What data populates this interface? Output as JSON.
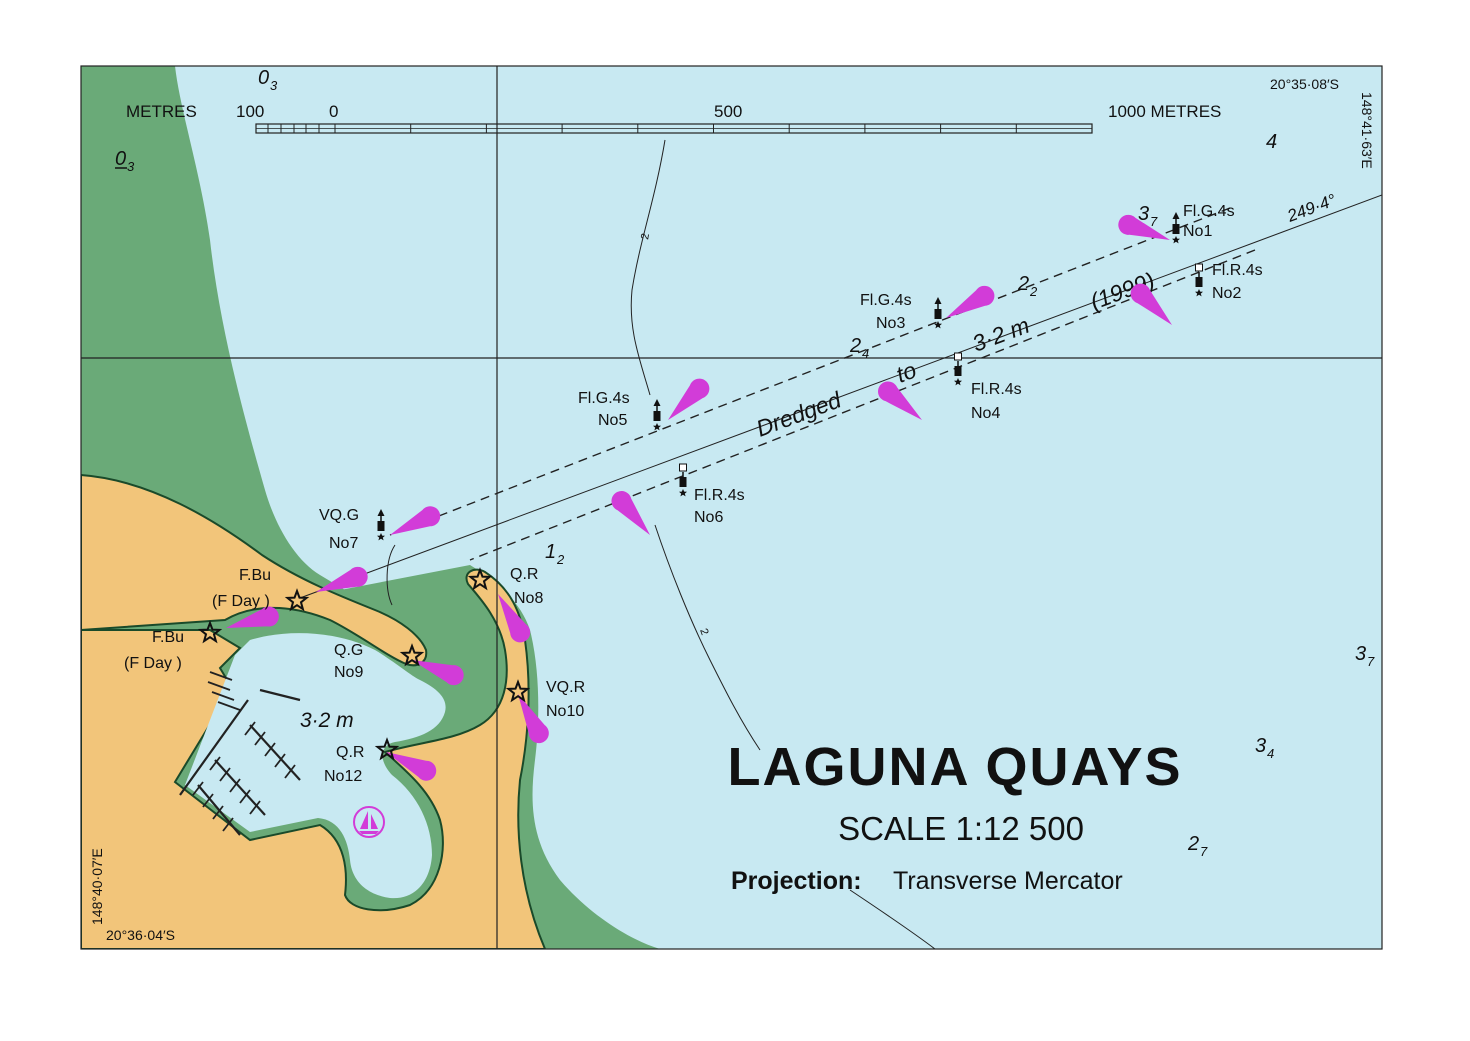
{
  "colors": {
    "water": "#c8e9f2",
    "land": "#f2c57a",
    "vegetation": "#6aaa78",
    "light_flare": "#d23cd8",
    "ink": "#111111"
  },
  "title": {
    "name": "LAGUNA QUAYS",
    "scale": "SCALE 1:12 500",
    "projection_label": "Projection:",
    "projection_value": "Transverse Mercator"
  },
  "scale_bar": {
    "unit_left": "METRES",
    "tick_100": "100",
    "tick_0": "0",
    "tick_500": "500",
    "tick_1000": "1000 METRES"
  },
  "coordinates": {
    "top_right_lat": "20°35·08′S",
    "top_right_lon": "148°41·63′E",
    "bottom_left_lat": "20°36·04′S",
    "bottom_left_lon": "148°40·07′E"
  },
  "channel": {
    "text_dredged": "Dredged",
    "text_to": "to",
    "text_depth": "3·2 m",
    "text_year": "(1999)",
    "bearing": "249·4°"
  },
  "basin_depth": "3·2 m",
  "contour_label": "2",
  "soundings": [
    {
      "main": "0",
      "sub": "3",
      "underline": false
    },
    {
      "main": "0",
      "sub": "3",
      "underline": true
    },
    {
      "main": "4",
      "sub": "",
      "underline": false
    },
    {
      "main": "3",
      "sub": "7",
      "underline": false
    },
    {
      "main": "2",
      "sub": "2",
      "underline": false
    },
    {
      "main": "2",
      "sub": "4",
      "underline": false
    },
    {
      "main": "1",
      "sub": "2",
      "underline": false
    },
    {
      "main": "3",
      "sub": "7",
      "underline": false
    },
    {
      "main": "3",
      "sub": "4",
      "underline": false
    },
    {
      "main": "2",
      "sub": "7",
      "underline": false
    }
  ],
  "lights": [
    {
      "char": "Fl.G.4s",
      "name": "No1"
    },
    {
      "char": "Fl.R.4s",
      "name": "No2"
    },
    {
      "char": "Fl.G.4s",
      "name": "No3"
    },
    {
      "char": "Fl.R.4s",
      "name": "No4"
    },
    {
      "char": "Fl.G.4s",
      "name": "No5"
    },
    {
      "char": "Fl.R.4s",
      "name": "No6"
    },
    {
      "char": "VQ.G",
      "name": "No7"
    },
    {
      "char": "Q.R",
      "name": "No8"
    },
    {
      "char": "Q.G",
      "name": "No9"
    },
    {
      "char": "VQ.R",
      "name": "No10"
    },
    {
      "char": "Q.R",
      "name": "No12"
    },
    {
      "char": "F.Bu",
      "name": "(F Day )"
    },
    {
      "char": "F.Bu",
      "name": "(F Day )"
    }
  ],
  "icons": {
    "marina": "sailboat-icon",
    "light": "star-icon",
    "beacon": "beacon-icon"
  }
}
